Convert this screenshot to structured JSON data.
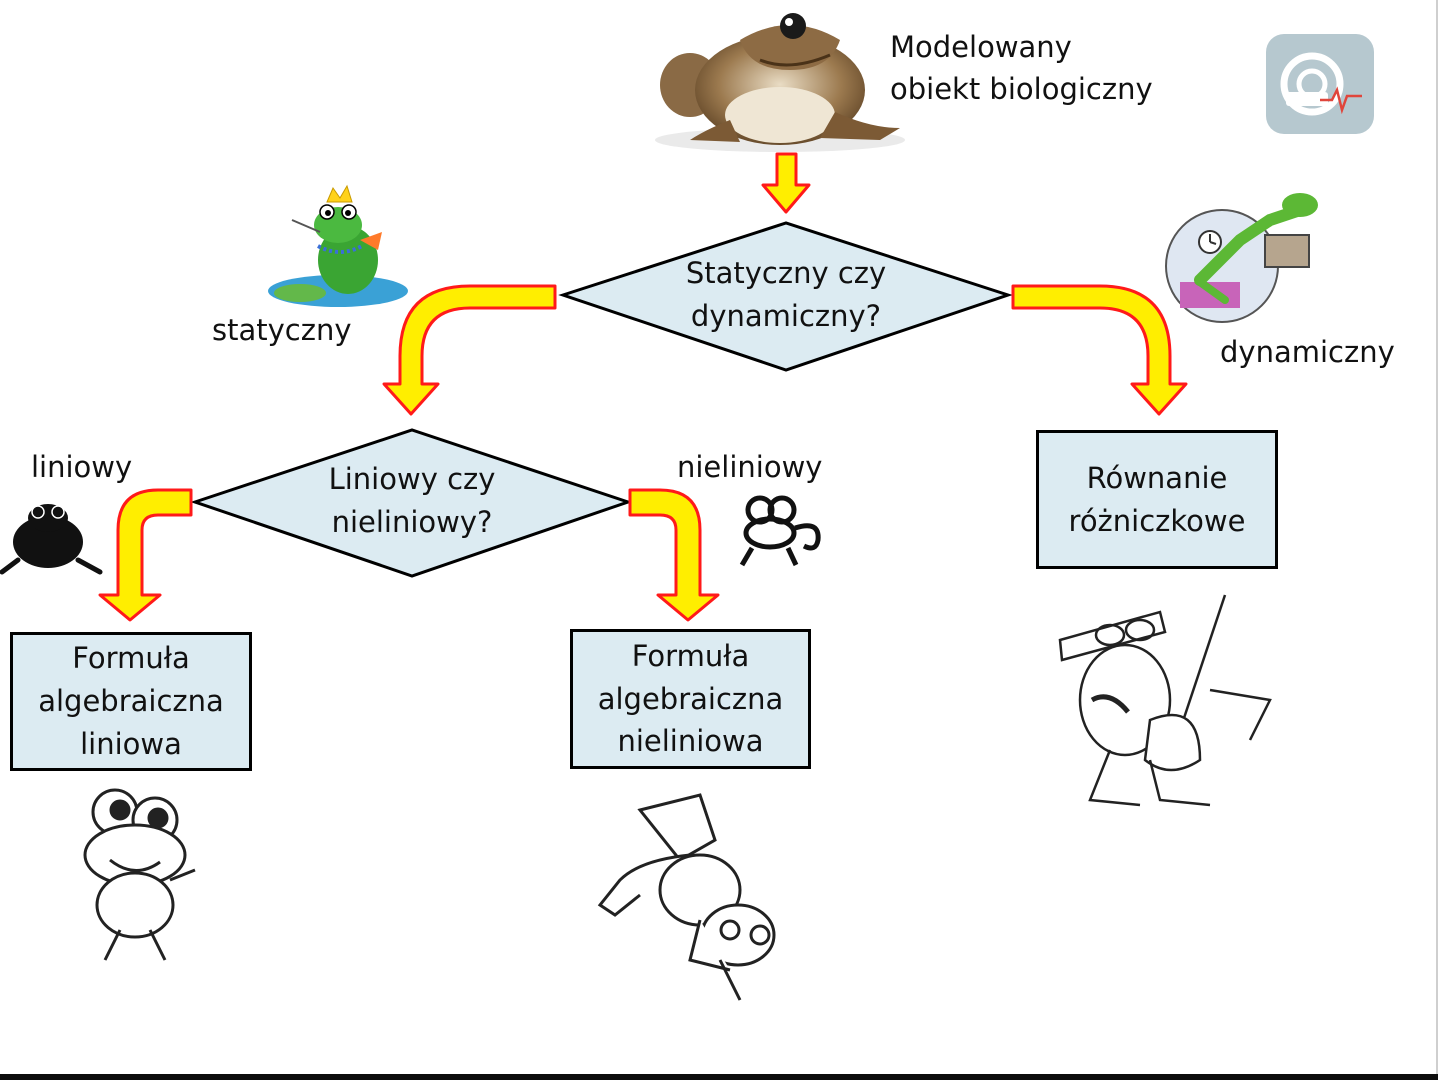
{
  "top_label": [
    "Modelowany",
    "obiekt biologiczny"
  ],
  "decision_main": [
    "Statyczny czy",
    "dynamiczny?"
  ],
  "decision_sub": [
    "Liniowy czy",
    "nieliniowy?"
  ],
  "branch_labels": {
    "static": "statyczny",
    "dynamic": "dynamiczny",
    "linear": "liniowy",
    "nonlinear": "nieliniowy"
  },
  "results": {
    "differential": [
      "Równanie",
      "różniczkowe"
    ],
    "linear": [
      "Formuła",
      "algebraiczna",
      "liniowa"
    ],
    "nonlinear": [
      "Formuła",
      "algebraiczna",
      "nieliniowa"
    ]
  },
  "colors": {
    "arrow_fill": "#ffee00",
    "arrow_outline": "#ff1a1a",
    "node_fill": "#dcebf2",
    "node_stroke": "#000000"
  },
  "icons": [
    "frog-photo",
    "frog-princess-icon",
    "frog-clock-icon",
    "black-frog-icon",
    "cartoon-frog-icon",
    "guitar-frog-icon",
    "smiling-frog-icon",
    "jumping-frog-icon",
    "mri-logo-icon"
  ]
}
